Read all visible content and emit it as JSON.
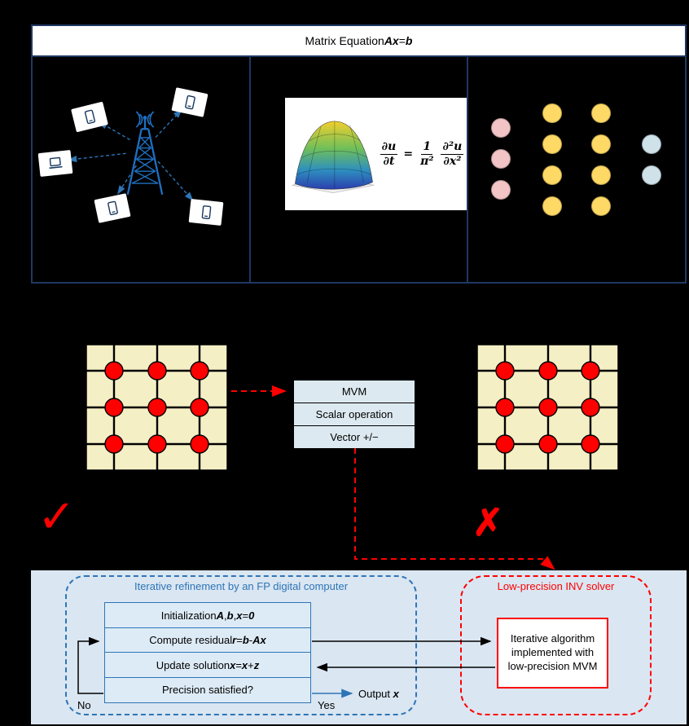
{
  "colors": {
    "frame_navy": "#1f3864",
    "blue_accent": "#2e75b6",
    "red_accent": "#ff0000",
    "crossbar_fill": "#f5efc5",
    "bottom_panel_fill": "#dae6f2",
    "node_pink": "#f2c4c6",
    "node_yellow": "#ffd966",
    "node_blue": "#cfe2ea"
  },
  "top": {
    "title_segments": [
      {
        "t": "Matrix Equation "
      },
      {
        "t": "Ax",
        "m": 1
      },
      {
        "t": " = "
      },
      {
        "t": "b",
        "m": 1
      }
    ],
    "pde": {
      "lhs_num": "∂u",
      "lhs_den": "∂t",
      "equals": "=",
      "rhs1_num": "1",
      "rhs1_den": "π²",
      "rhs2_num": "∂²u",
      "rhs2_den": "∂x²"
    },
    "nn_columns": [
      {
        "color": "#f2c4c6",
        "count": 3
      },
      {
        "color": "#ffd966",
        "count": 4
      },
      {
        "color": "#ffd966",
        "count": 4
      },
      {
        "color": "#cfe2ea",
        "count": 2
      }
    ]
  },
  "middle": {
    "ops": [
      "MVM",
      "Scalar operation",
      "Vector +/−"
    ],
    "check_icon": "✓",
    "cross_icon": "✗"
  },
  "bottom": {
    "left_group_label": "Iterative refinement by an FP digital computer",
    "right_group_label": "Low-precision INV solver",
    "flow_boxes": [
      {
        "segs": [
          {
            "t": "Initialization "
          },
          {
            "t": "A",
            "m": 1
          },
          {
            "t": ", "
          },
          {
            "t": "b",
            "m": 1
          },
          {
            "t": ", "
          },
          {
            "t": "x",
            "m": 1
          },
          {
            "t": " = "
          },
          {
            "t": "0",
            "m": 1
          }
        ]
      },
      {
        "segs": [
          {
            "t": "Compute residual "
          },
          {
            "t": "r",
            "m": 1
          },
          {
            "t": " = "
          },
          {
            "t": "b",
            "m": 1
          },
          {
            "t": " - "
          },
          {
            "t": "Ax",
            "m": 1
          }
        ]
      },
      {
        "segs": [
          {
            "t": "Update solution "
          },
          {
            "t": "x",
            "m": 1
          },
          {
            "t": " = "
          },
          {
            "t": "x",
            "m": 1
          },
          {
            "t": " + "
          },
          {
            "t": "z",
            "m": 1
          }
        ]
      },
      {
        "segs": [
          {
            "t": "Precision satisfied?"
          }
        ]
      }
    ],
    "no_label": "No",
    "yes_label": "Yes",
    "output_segments": [
      {
        "t": "Output "
      },
      {
        "t": "x",
        "m": 1
      }
    ],
    "solver_box_text": "Iterative algorithm implemented with low-precision MVM"
  }
}
